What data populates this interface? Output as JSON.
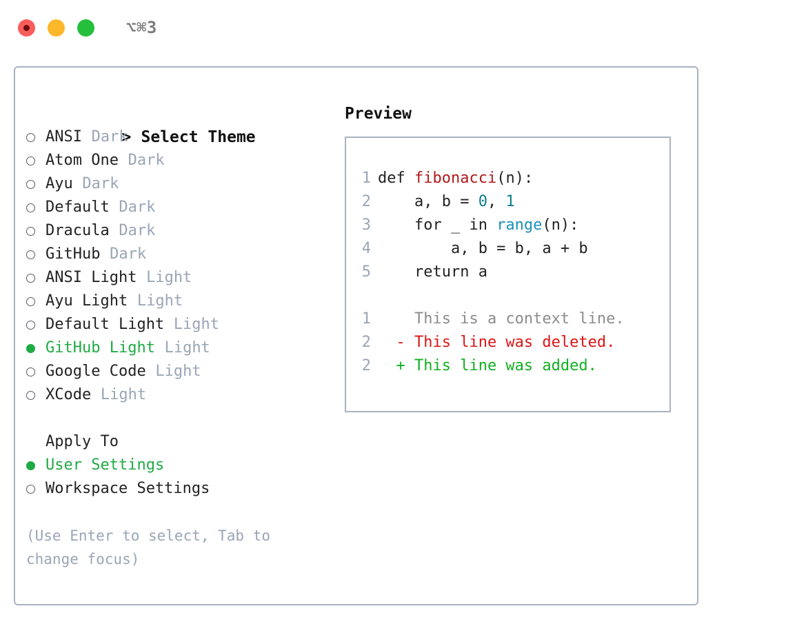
{
  "titlebar": {
    "shortcut": "⌥⌘3",
    "buttons": [
      {
        "name": "close",
        "color": "#f95d5a"
      },
      {
        "name": "minimize",
        "color": "#fcb72b"
      },
      {
        "name": "zoom",
        "color": "#24c03c"
      }
    ]
  },
  "theme_picker": {
    "caret": ">",
    "title": "Select Theme",
    "items": [
      {
        "label": "ANSI",
        "variant": "Dark",
        "selected": false
      },
      {
        "label": "Atom One",
        "variant": "Dark",
        "selected": false
      },
      {
        "label": "Ayu",
        "variant": "Dark",
        "selected": false
      },
      {
        "label": "Default",
        "variant": "Dark",
        "selected": false
      },
      {
        "label": "Dracula",
        "variant": "Dark",
        "selected": false
      },
      {
        "label": "GitHub",
        "variant": "Dark",
        "selected": false
      },
      {
        "label": "ANSI Light",
        "variant": "Light",
        "selected": false
      },
      {
        "label": "Ayu Light",
        "variant": "Light",
        "selected": false
      },
      {
        "label": "Default Light",
        "variant": "Light",
        "selected": false
      },
      {
        "label": "GitHub Light",
        "variant": "Light",
        "selected": true
      },
      {
        "label": "Google Code",
        "variant": "Light",
        "selected": false
      },
      {
        "label": "XCode",
        "variant": "Light",
        "selected": false
      }
    ]
  },
  "apply_to": {
    "title": "Apply To",
    "items": [
      {
        "label": "User Settings",
        "selected": true
      },
      {
        "label": "Workspace Settings",
        "selected": false
      }
    ]
  },
  "hint": "(Use Enter to select, Tab to change focus)",
  "preview": {
    "title": "Preview",
    "code_lines": [
      {
        "no": "1",
        "tokens": [
          {
            "t": "def ",
            "k": "plain"
          },
          {
            "t": "fibonacci",
            "k": "fn"
          },
          {
            "t": "(n):",
            "k": "plain"
          }
        ]
      },
      {
        "no": "2",
        "tokens": [
          {
            "t": "    a, b = ",
            "k": "plain"
          },
          {
            "t": "0",
            "k": "num"
          },
          {
            "t": ", ",
            "k": "plain"
          },
          {
            "t": "1",
            "k": "num"
          }
        ]
      },
      {
        "no": "3",
        "tokens": [
          {
            "t": "    for _ in ",
            "k": "plain"
          },
          {
            "t": "range",
            "k": "call"
          },
          {
            "t": "(n):",
            "k": "plain"
          }
        ]
      },
      {
        "no": "4",
        "tokens": [
          {
            "t": "        a, b = b, a + b",
            "k": "plain"
          }
        ]
      },
      {
        "no": "5",
        "tokens": [
          {
            "t": "    return a",
            "k": "plain"
          }
        ]
      }
    ],
    "diff_lines": [
      {
        "no": "1",
        "marker": " ",
        "text": " This is a context line.",
        "kind": "ctx"
      },
      {
        "no": "2",
        "marker": "-",
        "text": " This line was deleted.",
        "kind": "del"
      },
      {
        "no": "2",
        "marker": "+",
        "text": " This line was added.",
        "kind": "add"
      }
    ]
  },
  "colors": {
    "accent_green": "#1faa44",
    "muted": "#9aa5b5",
    "border": "#a9b2c1",
    "fn_red": "#b01a1a",
    "num_teal": "#0b7c8e",
    "call_blue": "#1a8fb8",
    "diff_del": "#dd1414",
    "diff_add": "#10b020",
    "diff_ctx": "#8c8c8c"
  }
}
